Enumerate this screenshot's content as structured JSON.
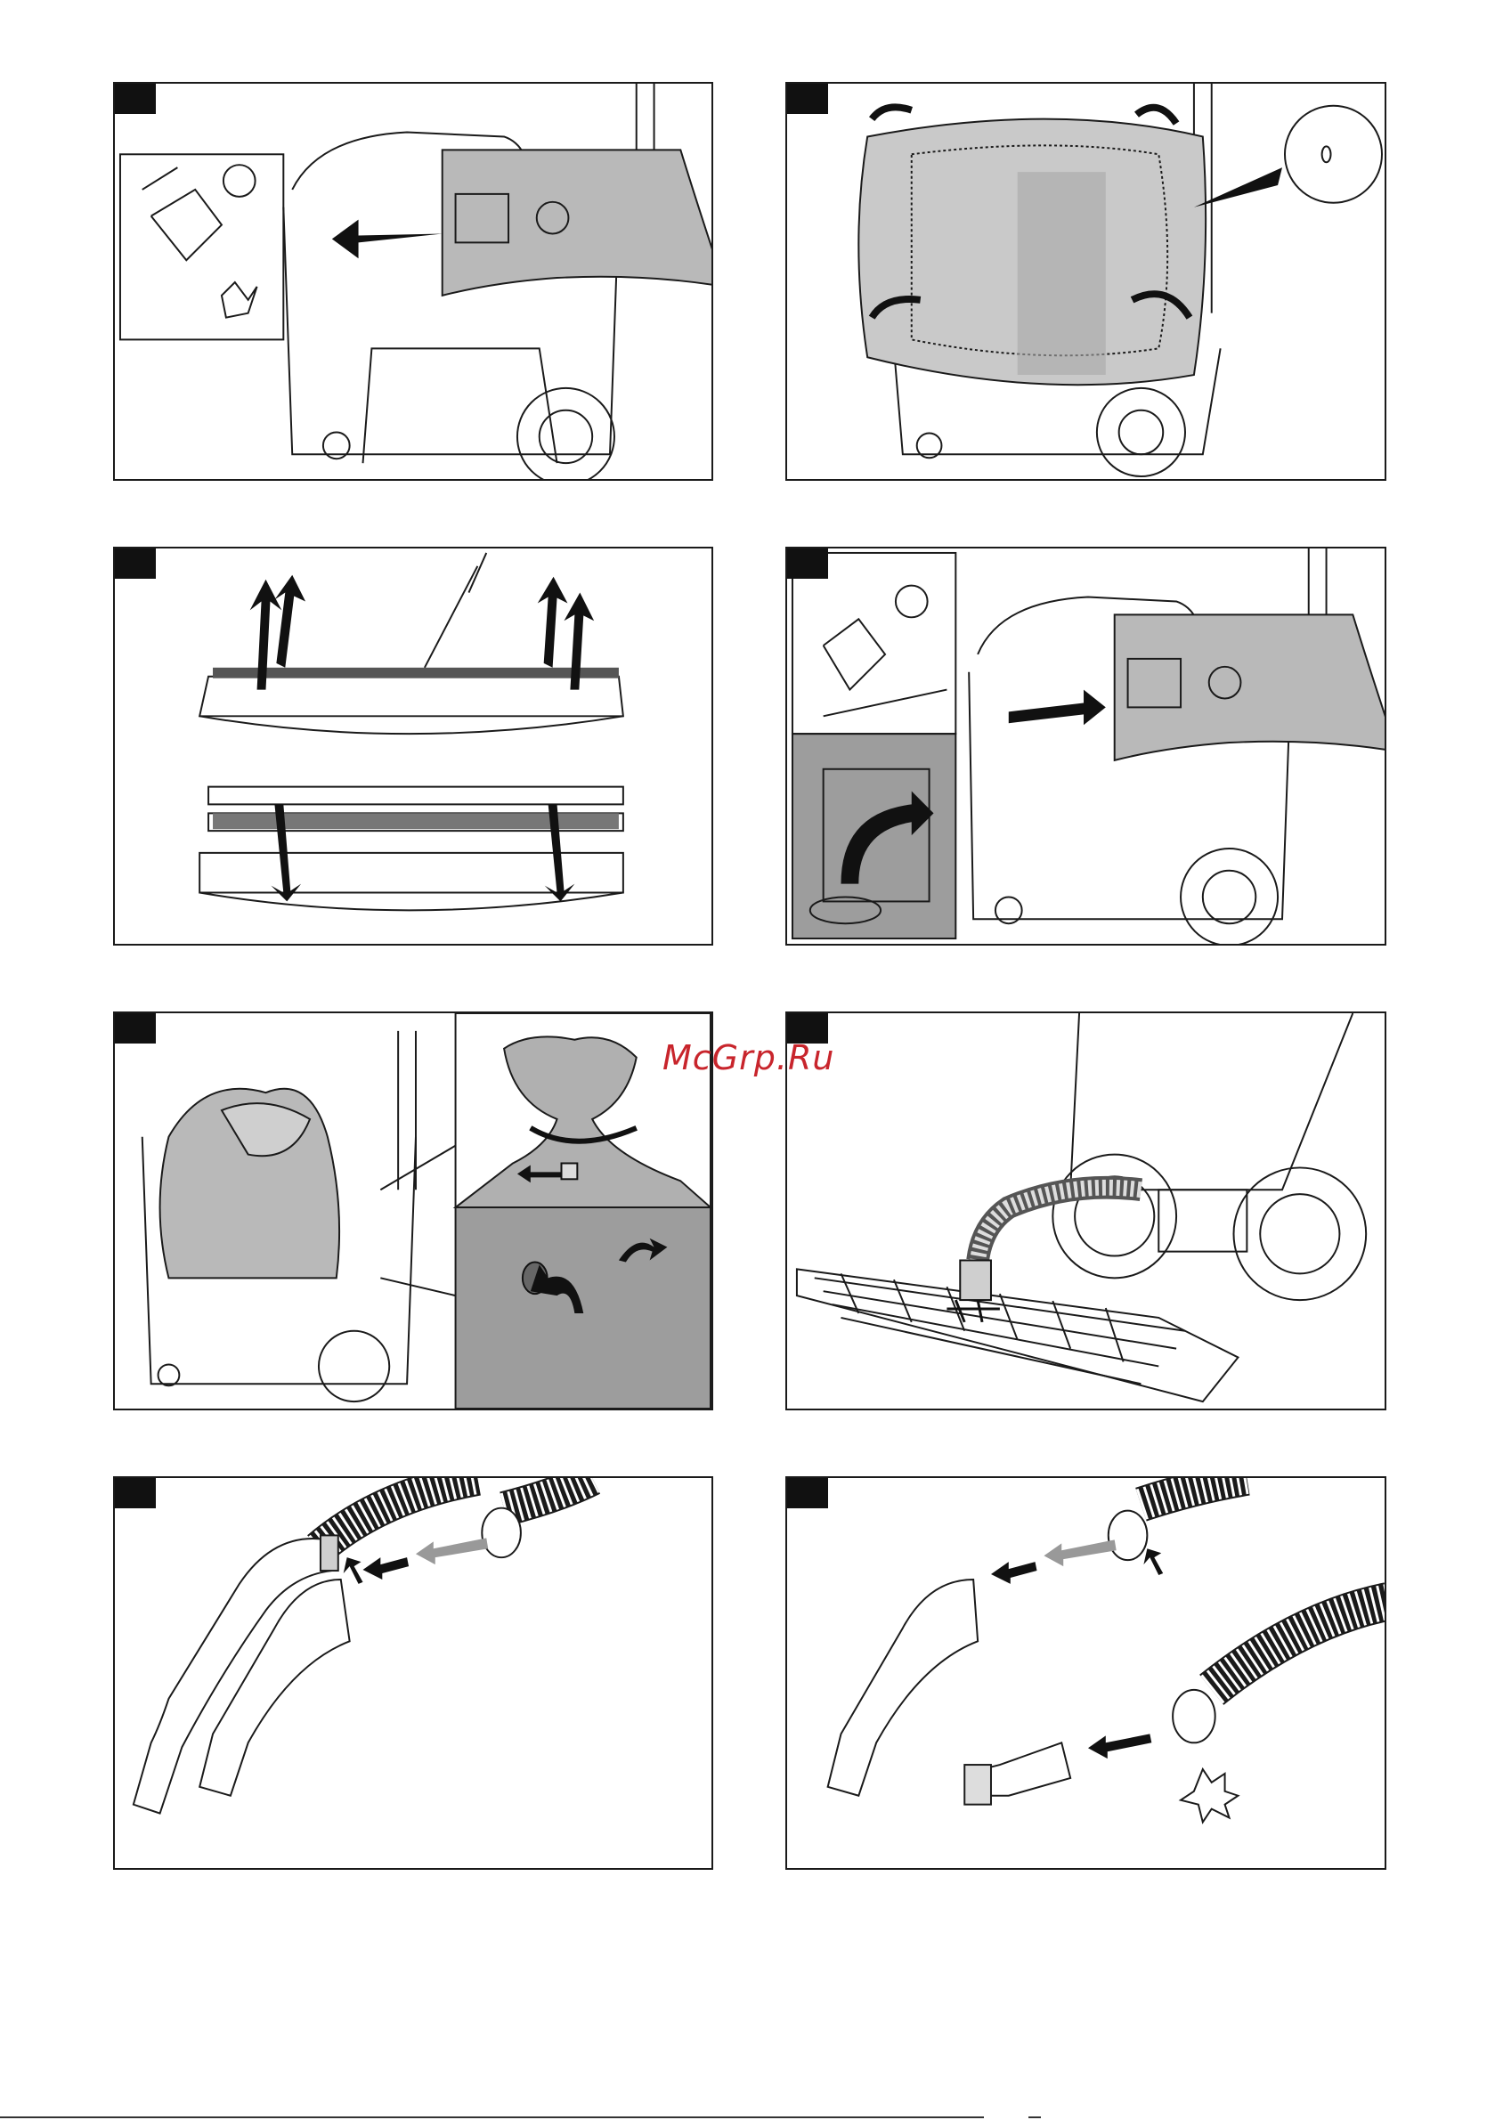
{
  "watermark": {
    "text": "McGrp.Ru",
    "color": "#c8252c"
  },
  "colors": {
    "ink": "#1a1a1a",
    "bag_gray": "#b9b9b9",
    "shade": "#8f8f8f",
    "inset_gray": "#9d9d9d"
  },
  "panels": [
    {
      "icon": "bag-insert-illustration"
    },
    {
      "icon": "bag-seal-illustration"
    },
    {
      "icon": "nozzle-strip-illustration"
    },
    {
      "icon": "bag-remove-illustration"
    },
    {
      "icon": "filter-bag-tie-illustration"
    },
    {
      "icon": "grate-hose-illustration"
    },
    {
      "icon": "handle-detach-illustration"
    },
    {
      "icon": "adapter-attach-illustration"
    }
  ]
}
